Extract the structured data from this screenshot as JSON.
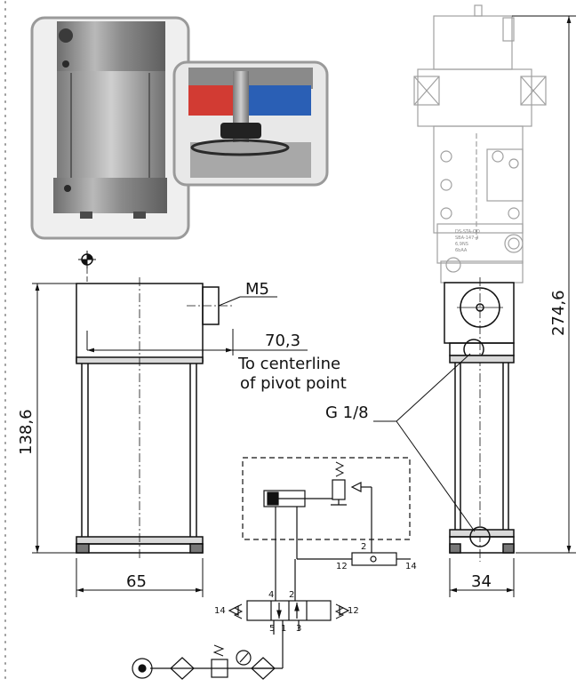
{
  "labels": {
    "thread": "M5",
    "pivot_distance": "70,3",
    "pivot_note_1": "To centerline",
    "pivot_note_2": "of pivot point",
    "height_front": "138,6",
    "width_front": "65",
    "height_side": "274,6",
    "width_side": "34",
    "port": "G 1/8"
  },
  "pneumatic": {
    "port_4": "4",
    "port_2": "2",
    "port_5": "5",
    "port_1": "1",
    "port_3": "3",
    "pilot_14_left": "14",
    "pilot_12_right": "12",
    "valve_port_2": "2",
    "valve_port_12": "12",
    "valve_port_14": "14"
  },
  "sensor_label": {
    "line1": "DS-STA-OO",
    "line2": "SBA-147-4",
    "line3": "6,9NS",
    "line4": "6bAA"
  },
  "colors": {
    "line": "#111111",
    "ghost": "#9a9a9a",
    "photo_border": "#9a9a9a",
    "clamp_red": "#d23b33",
    "clamp_blue": "#2a5fb5"
  }
}
